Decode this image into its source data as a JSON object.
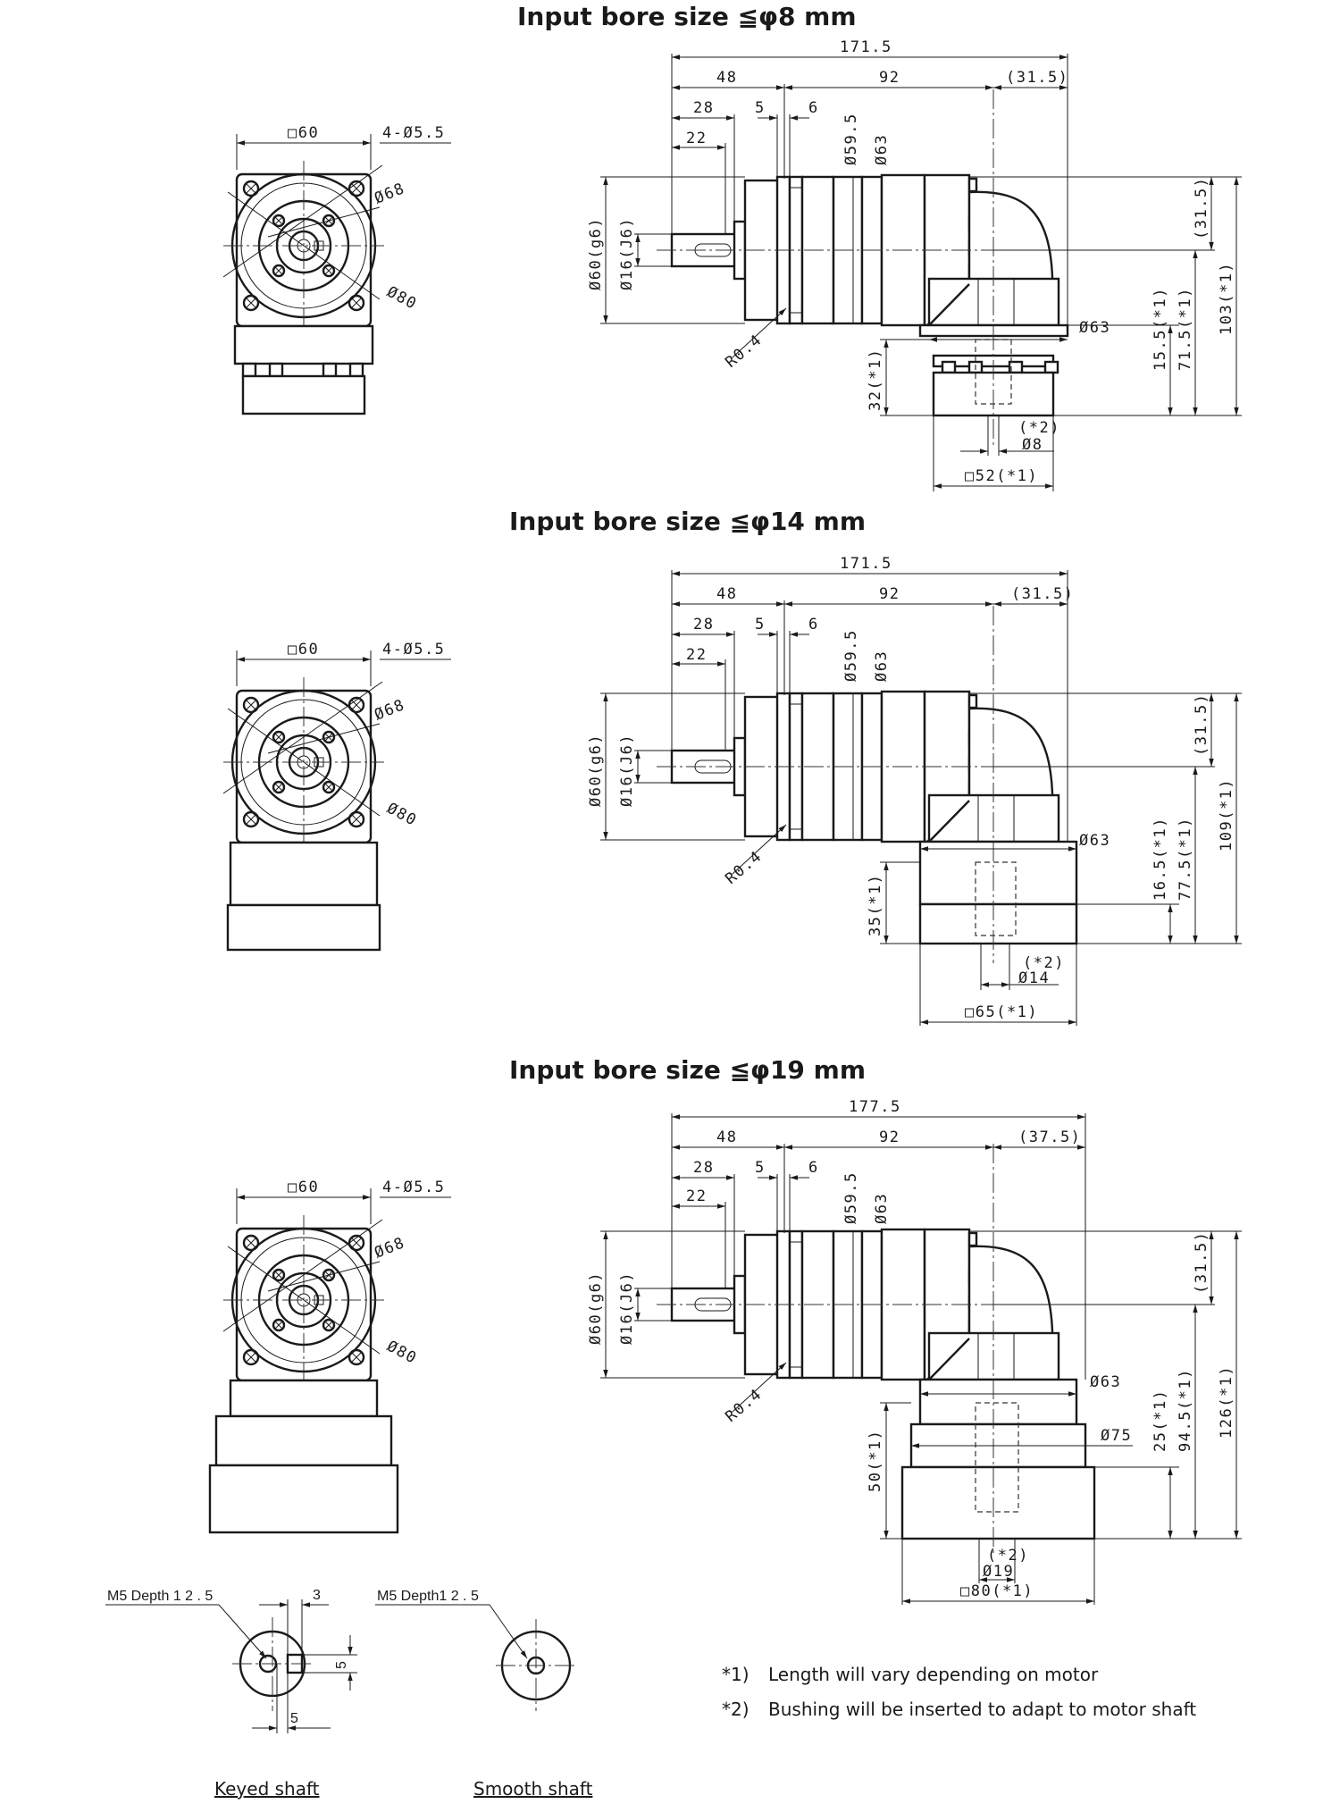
{
  "sections": [
    {
      "title": "Input bore size  ≦φ8 mm",
      "front": {
        "square": "□60",
        "holes": "4-Ø5.5",
        "pcd": "Ø68",
        "flange": "Ø80"
      },
      "side": {
        "overall": "171.5",
        "seg_a": "48",
        "seg_b": "92",
        "seg_c": "(31.5)",
        "d28": "28",
        "d5": "5",
        "d6": "6",
        "d22": "22",
        "pilot": "Ø59.5",
        "body": "Ø63",
        "height": "Ø60(g6)",
        "shaft": "Ø16(J6)",
        "fillet": "R0.4",
        "right_c": "(31.5)",
        "right_a": "15.5(*1)",
        "right_b": "71.5(*1)",
        "right_total": "103(*1)",
        "base": "Ø63",
        "adapter_h": "32(*1)",
        "bushing_note": "(*2)",
        "bushing_dia": "Ø8",
        "adapter_sq": "□52(*1)"
      }
    },
    {
      "title": "Input bore size  ≦φ14 mm",
      "front": {
        "square": "□60",
        "holes": "4-Ø5.5",
        "pcd": "Ø68",
        "flange": "Ø80"
      },
      "side": {
        "overall": "171.5",
        "seg_a": "48",
        "seg_b": "92",
        "seg_c": "(31.5)",
        "d28": "28",
        "d5": "5",
        "d6": "6",
        "d22": "22",
        "pilot": "Ø59.5",
        "body": "Ø63",
        "height": "Ø60(g6)",
        "shaft": "Ø16(J6)",
        "fillet": "R0.4",
        "right_c": "(31.5)",
        "right_a": "16.5(*1)",
        "right_b": "77.5(*1)",
        "right_total": "109(*1)",
        "base": "Ø63",
        "adapter_h": "35(*1)",
        "bushing_note": "(*2)",
        "bushing_dia": "Ø14",
        "adapter_sq": "□65(*1)"
      }
    },
    {
      "title": "Input bore size  ≦φ19 mm",
      "front": {
        "square": "□60",
        "holes": "4-Ø5.5",
        "pcd": "Ø68",
        "flange": "Ø80"
      },
      "side": {
        "overall": "177.5",
        "seg_a": "48",
        "seg_b": "92",
        "seg_c": "(37.5)",
        "d28": "28",
        "d5": "5",
        "d6": "6",
        "d22": "22",
        "pilot": "Ø59.5",
        "body": "Ø63",
        "height": "Ø60(g6)",
        "shaft": "Ø16(J6)",
        "fillet": "R0.4",
        "right_c": "(31.5)",
        "right_a": "25(*1)",
        "right_b": "94.5(*1)",
        "right_total": "126(*1)",
        "base": "Ø63",
        "base2": "Ø75",
        "adapter_h": "50(*1)",
        "bushing_note": "(*2)",
        "bushing_dia": "Ø19",
        "adapter_sq": "□80(*1)"
      }
    }
  ],
  "keyed": {
    "tap": "M5 Depth 1 2 . 5",
    "key_w": "3",
    "key_h": "5",
    "key_l": "5",
    "caption": "Keyed shaft"
  },
  "smooth": {
    "tap": "M5 Depth1 2 . 5",
    "caption": "Smooth shaft"
  },
  "notes": [
    {
      "mark": "*1)",
      "text": "Length will vary depending on motor"
    },
    {
      "mark": "*2)",
      "text": "Bushing will be inserted to adapt to motor shaft"
    }
  ]
}
